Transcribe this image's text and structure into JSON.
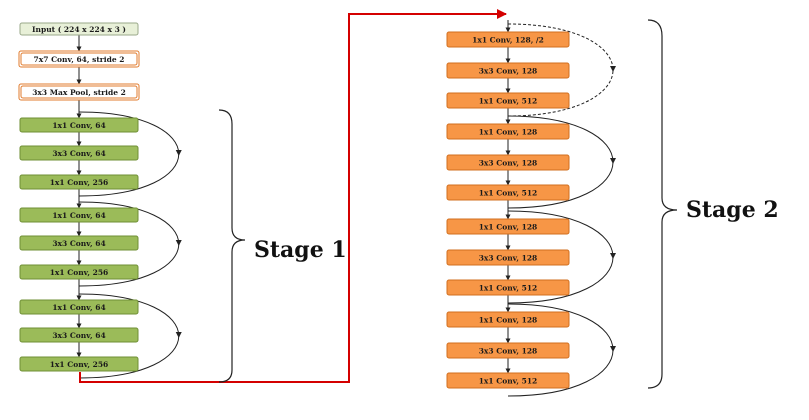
{
  "colors": {
    "input_fill": "#e8f0d8",
    "pre_stroke": "#e07b2e",
    "green_fill": "#9bbb59",
    "green_stroke": "#6f8f35",
    "orange_fill": "#f79646",
    "orange_stroke": "#d26f1f",
    "connector": "#d40000",
    "line": "#222222"
  },
  "stem": {
    "input": "Input ( 224 x 224 x 3 )",
    "conv": "7x7 Conv, 64, stride 2",
    "pool": "3x3 Max Pool, stride 2"
  },
  "stage1": {
    "label": "Stage 1",
    "blocks": [
      [
        "1x1 Conv, 64",
        "3x3 Conv, 64",
        "1x1 Conv, 256"
      ],
      [
        "1x1 Conv, 64",
        "3x3 Conv, 64",
        "1x1 Conv, 256"
      ],
      [
        "1x1 Conv, 64",
        "3x3 Conv, 64",
        "1x1 Conv, 256"
      ]
    ]
  },
  "stage2": {
    "label": "Stage 2",
    "blocks": [
      [
        "1x1 Conv, 128, /2",
        "3x3 Conv, 128",
        "1x1 Conv, 512"
      ],
      [
        "1x1 Conv, 128",
        "3x3 Conv, 128",
        "1x1 Conv, 512"
      ],
      [
        "1x1 Conv, 128",
        "3x3 Conv, 128",
        "1x1 Conv, 512"
      ],
      [
        "1x1 Conv, 128",
        "3x3 Conv, 128",
        "1x1 Conv, 512"
      ]
    ]
  }
}
